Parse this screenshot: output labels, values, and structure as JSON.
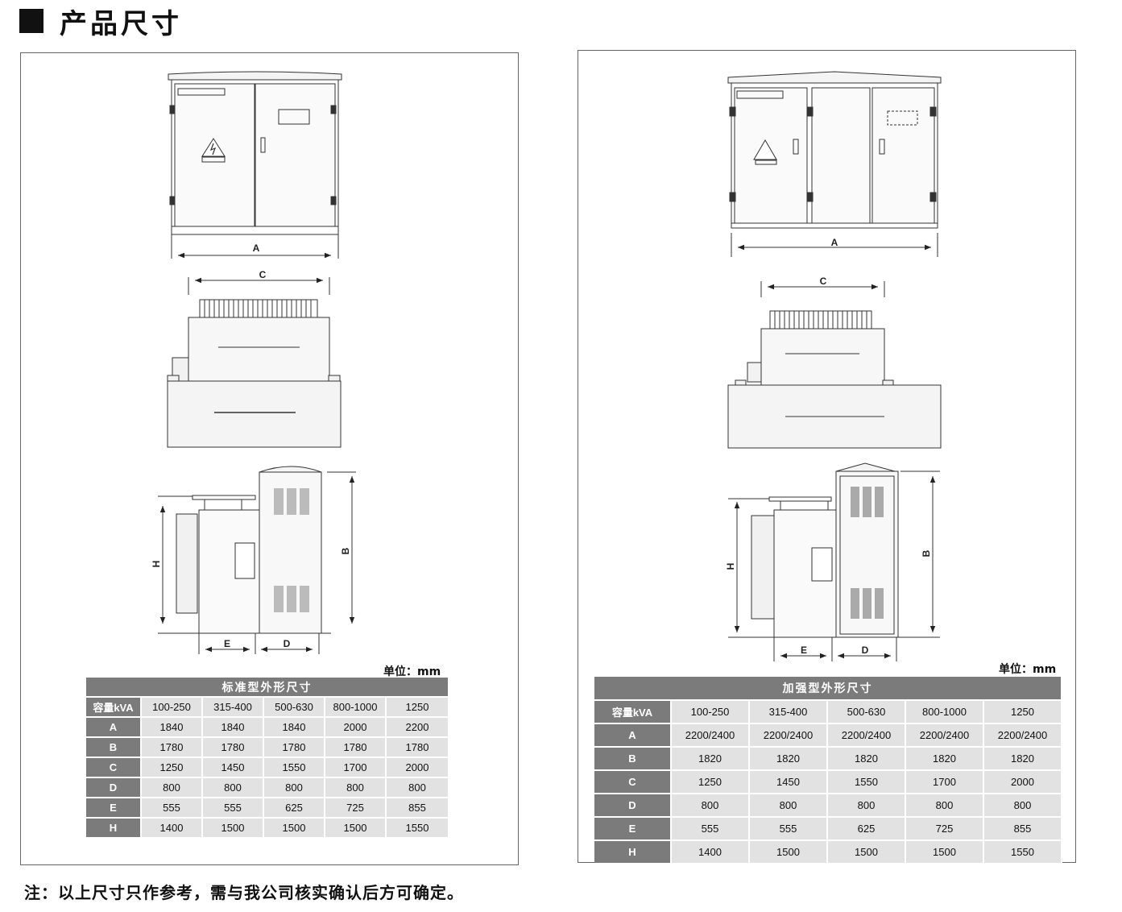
{
  "header": {
    "title": "产品尺寸"
  },
  "labels": {
    "A": "A",
    "B": "B",
    "C": "C",
    "D": "D",
    "E": "E",
    "H": "H"
  },
  "unit_label": "单位：mm",
  "standard": {
    "title": "标准型外形尺寸",
    "columns": [
      "容量kVA",
      "100-250",
      "315-400",
      "500-630",
      "800-1000",
      "1250"
    ],
    "rows": [
      [
        "A",
        "1840",
        "1840",
        "1840",
        "2000",
        "2200"
      ],
      [
        "B",
        "1780",
        "1780",
        "1780",
        "1780",
        "1780"
      ],
      [
        "C",
        "1250",
        "1450",
        "1550",
        "1700",
        "2000"
      ],
      [
        "D",
        "800",
        "800",
        "800",
        "800",
        "800"
      ],
      [
        "E",
        "555",
        "555",
        "625",
        "725",
        "855"
      ],
      [
        "H",
        "1400",
        "1500",
        "1500",
        "1500",
        "1550"
      ]
    ]
  },
  "reinforced": {
    "title": "加强型外形尺寸",
    "columns": [
      "容量kVA",
      "100-250",
      "315-400",
      "500-630",
      "800-1000",
      "1250"
    ],
    "rows": [
      [
        "A",
        "2200/2400",
        "2200/2400",
        "2200/2400",
        "2200/2400",
        "2200/2400"
      ],
      [
        "B",
        "1820",
        "1820",
        "1820",
        "1820",
        "1820"
      ],
      [
        "C",
        "1250",
        "1450",
        "1550",
        "1700",
        "2000"
      ],
      [
        "D",
        "800",
        "800",
        "800",
        "800",
        "800"
      ],
      [
        "E",
        "555",
        "555",
        "625",
        "725",
        "855"
      ],
      [
        "H",
        "1400",
        "1500",
        "1500",
        "1500",
        "1550"
      ]
    ]
  },
  "note": "注：以上尺寸只作参考，需与我公司核实确认后方可确定。"
}
